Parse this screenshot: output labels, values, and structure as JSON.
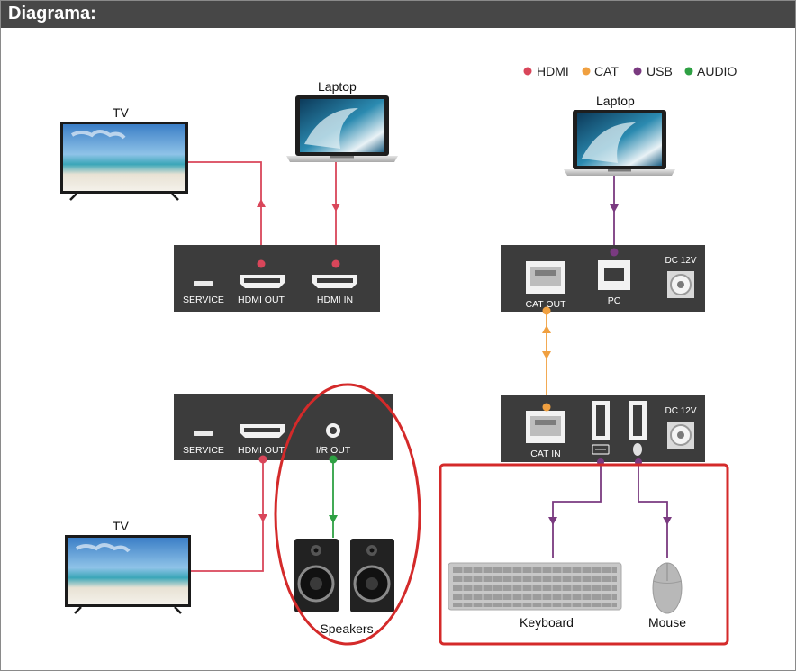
{
  "header": {
    "title": "Diagrama:"
  },
  "legend": [
    {
      "label": "HDMI",
      "color": "#d9465a"
    },
    {
      "label": "CAT",
      "color": "#f0a040"
    },
    {
      "label": "USB",
      "color": "#7a3a80"
    },
    {
      "label": "AUDIO",
      "color": "#2ea043"
    }
  ],
  "colors": {
    "hdmi": "#d9465a",
    "cat": "#f0a040",
    "usb": "#7a3a80",
    "audio": "#2ea043",
    "highlight": "#d42a2a",
    "box": "#3c3c3c"
  },
  "devices": {
    "tv_top": "TV",
    "tv_bottom": "TV",
    "laptop_left": "Laptop",
    "laptop_right": "Laptop",
    "speakers": "Speakers",
    "keyboard": "Keyboard",
    "mouse": "Mouse"
  },
  "ports": {
    "unit1_service": "SERVICE",
    "unit1_hdmi_out": "HDMI OUT",
    "unit1_hdmi_in": "HDMI IN",
    "unit2_service": "SERVICE",
    "unit2_hdmi_out": "HDMI OUT",
    "unit2_ir_out": "I/R OUT",
    "unit3_cat_out": "CAT OUT",
    "unit3_pc": "PC",
    "unit3_dc": "DC 12V",
    "unit4_cat_in": "CAT IN",
    "unit4_dc": "DC 12V"
  }
}
